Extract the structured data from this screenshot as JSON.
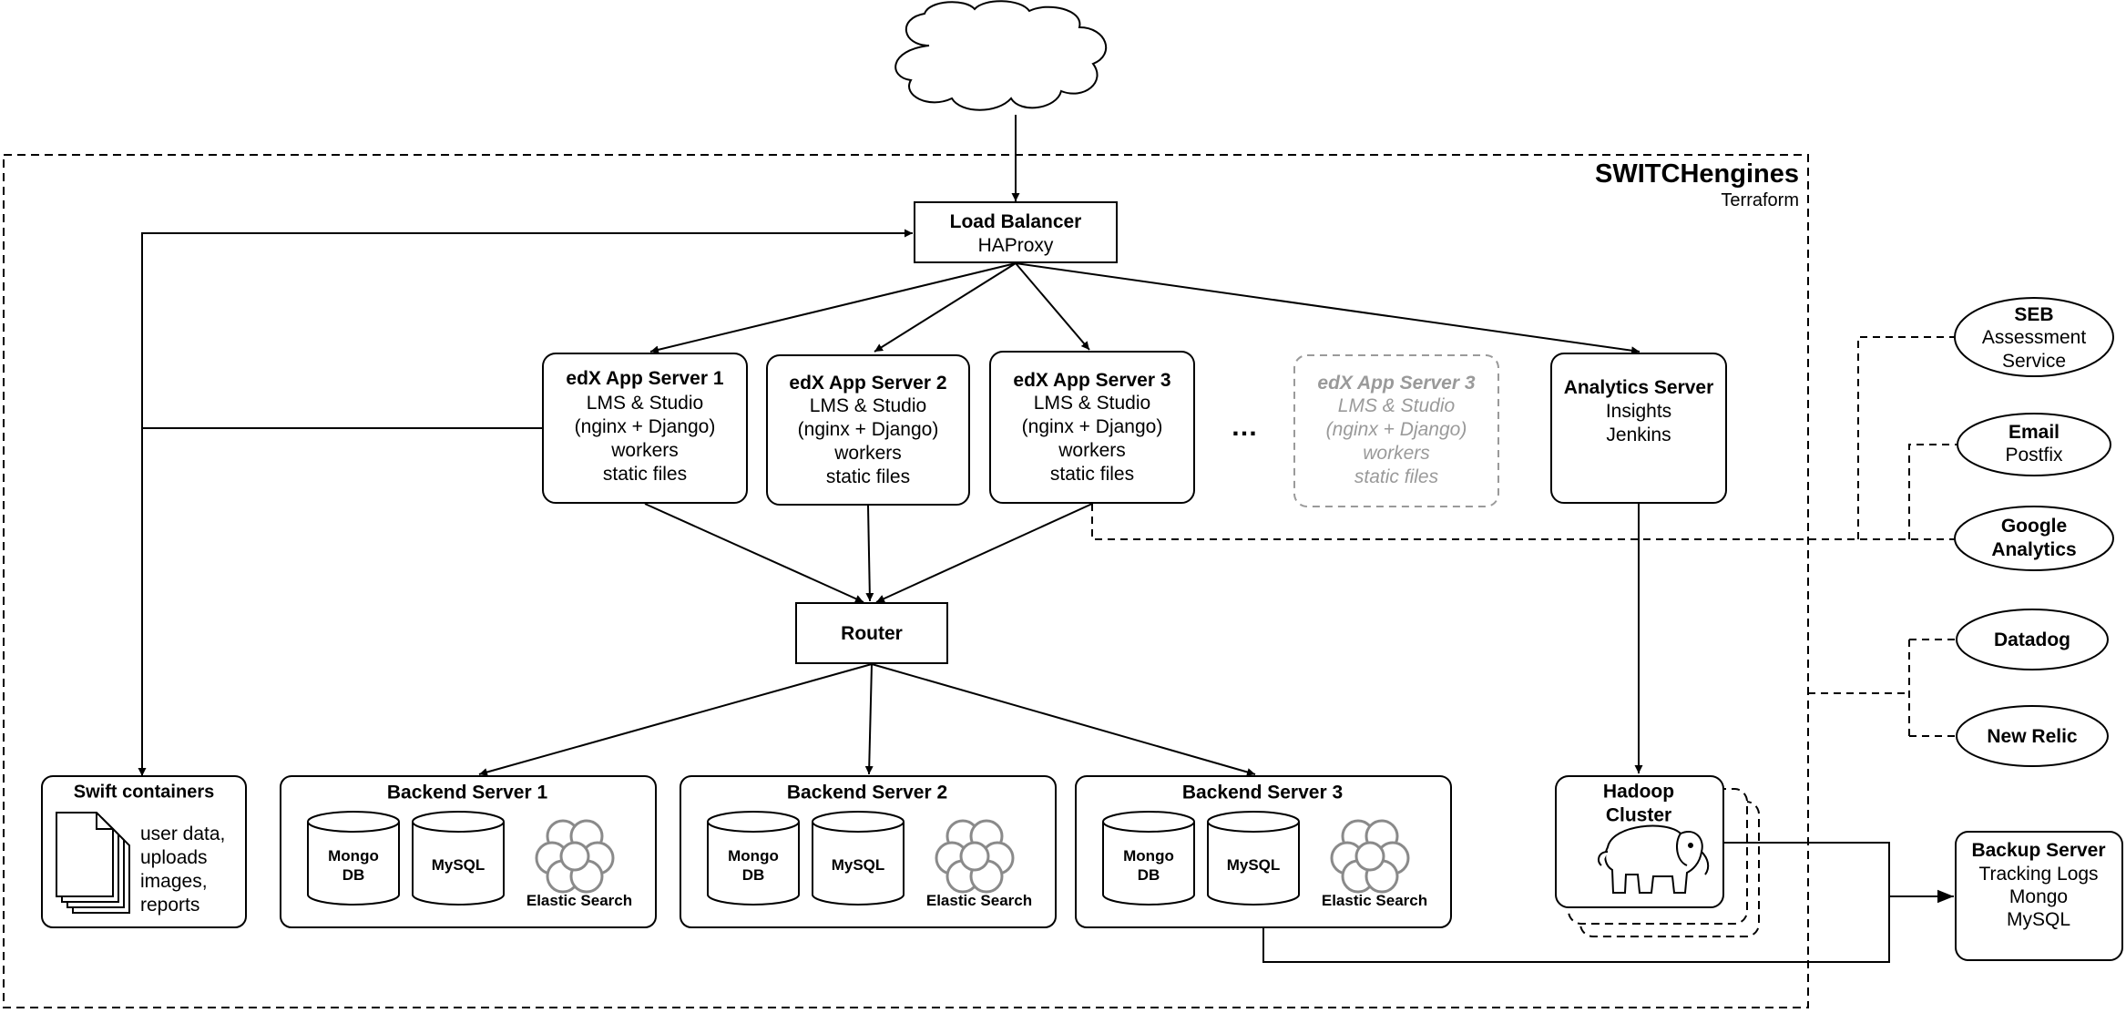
{
  "region": {
    "title": "SWITCHengines",
    "subtitle": "Terraform"
  },
  "load_balancer": {
    "title": "Load Balancer",
    "lines": [
      "HAProxy"
    ]
  },
  "app_servers": [
    {
      "title": "edX App Server 1",
      "lines": [
        "LMS & Studio",
        "(nginx + Django)",
        "workers",
        "static files"
      ]
    },
    {
      "title": "edX App Server 2",
      "lines": [
        "LMS & Studio",
        "(nginx + Django)",
        "workers",
        "static files"
      ]
    },
    {
      "title": "edX App Server 3",
      "lines": [
        "LMS & Studio",
        "(nginx + Django)",
        "workers",
        "static files"
      ]
    }
  ],
  "ellipsis": "…",
  "ghost_server": {
    "title": "edX App Server 3",
    "lines": [
      "LMS & Studio",
      "(nginx + Django)",
      "workers",
      "static files"
    ]
  },
  "analytics_server": {
    "title": "Analytics Server",
    "lines": [
      "Insights",
      "Jenkins"
    ]
  },
  "router": {
    "title": "Router"
  },
  "swift": {
    "title": "Swift containers",
    "lines": [
      "user data,",
      "uploads",
      "images,",
      "reports"
    ]
  },
  "backend_servers": [
    {
      "title": "Backend Server 1",
      "mongo": [
        "Mongo",
        "DB"
      ],
      "mysql": "MySQL",
      "elastic": "Elastic Search"
    },
    {
      "title": "Backend Server 2",
      "mongo": [
        "Mongo",
        "DB"
      ],
      "mysql": "MySQL",
      "elastic": "Elastic Search"
    },
    {
      "title": "Backend Server 3",
      "mongo": [
        "Mongo",
        "DB"
      ],
      "mysql": "MySQL",
      "elastic": "Elastic Search"
    }
  ],
  "hadoop": {
    "title": [
      "Hadoop",
      "Cluster"
    ]
  },
  "external_services": [
    {
      "id": "seb",
      "title": "SEB",
      "lines": [
        "Assessment",
        "Service"
      ]
    },
    {
      "id": "email",
      "title": "Email",
      "lines": [
        "Postfix"
      ]
    },
    {
      "id": "google",
      "title": "Google",
      "lines": [
        "Analytics"
      ],
      "bold_all": true
    },
    {
      "id": "datadog",
      "title": "Datadog",
      "lines": []
    },
    {
      "id": "newrelic",
      "title": "New Relic",
      "lines": []
    }
  ],
  "backup_server": {
    "title": "Backup Server",
    "lines": [
      "Tracking Logs",
      "Mongo",
      "MySQL"
    ]
  },
  "colors": {
    "stroke": "#000000",
    "ghost": "#9a9a9a",
    "fill": "#ffffff"
  },
  "icons": {
    "cloud": "internet-cloud-icon",
    "documents": "document-stack-icon",
    "elastic": "elastic-search-icon",
    "hadoop": "hadoop-elephant-icon"
  }
}
